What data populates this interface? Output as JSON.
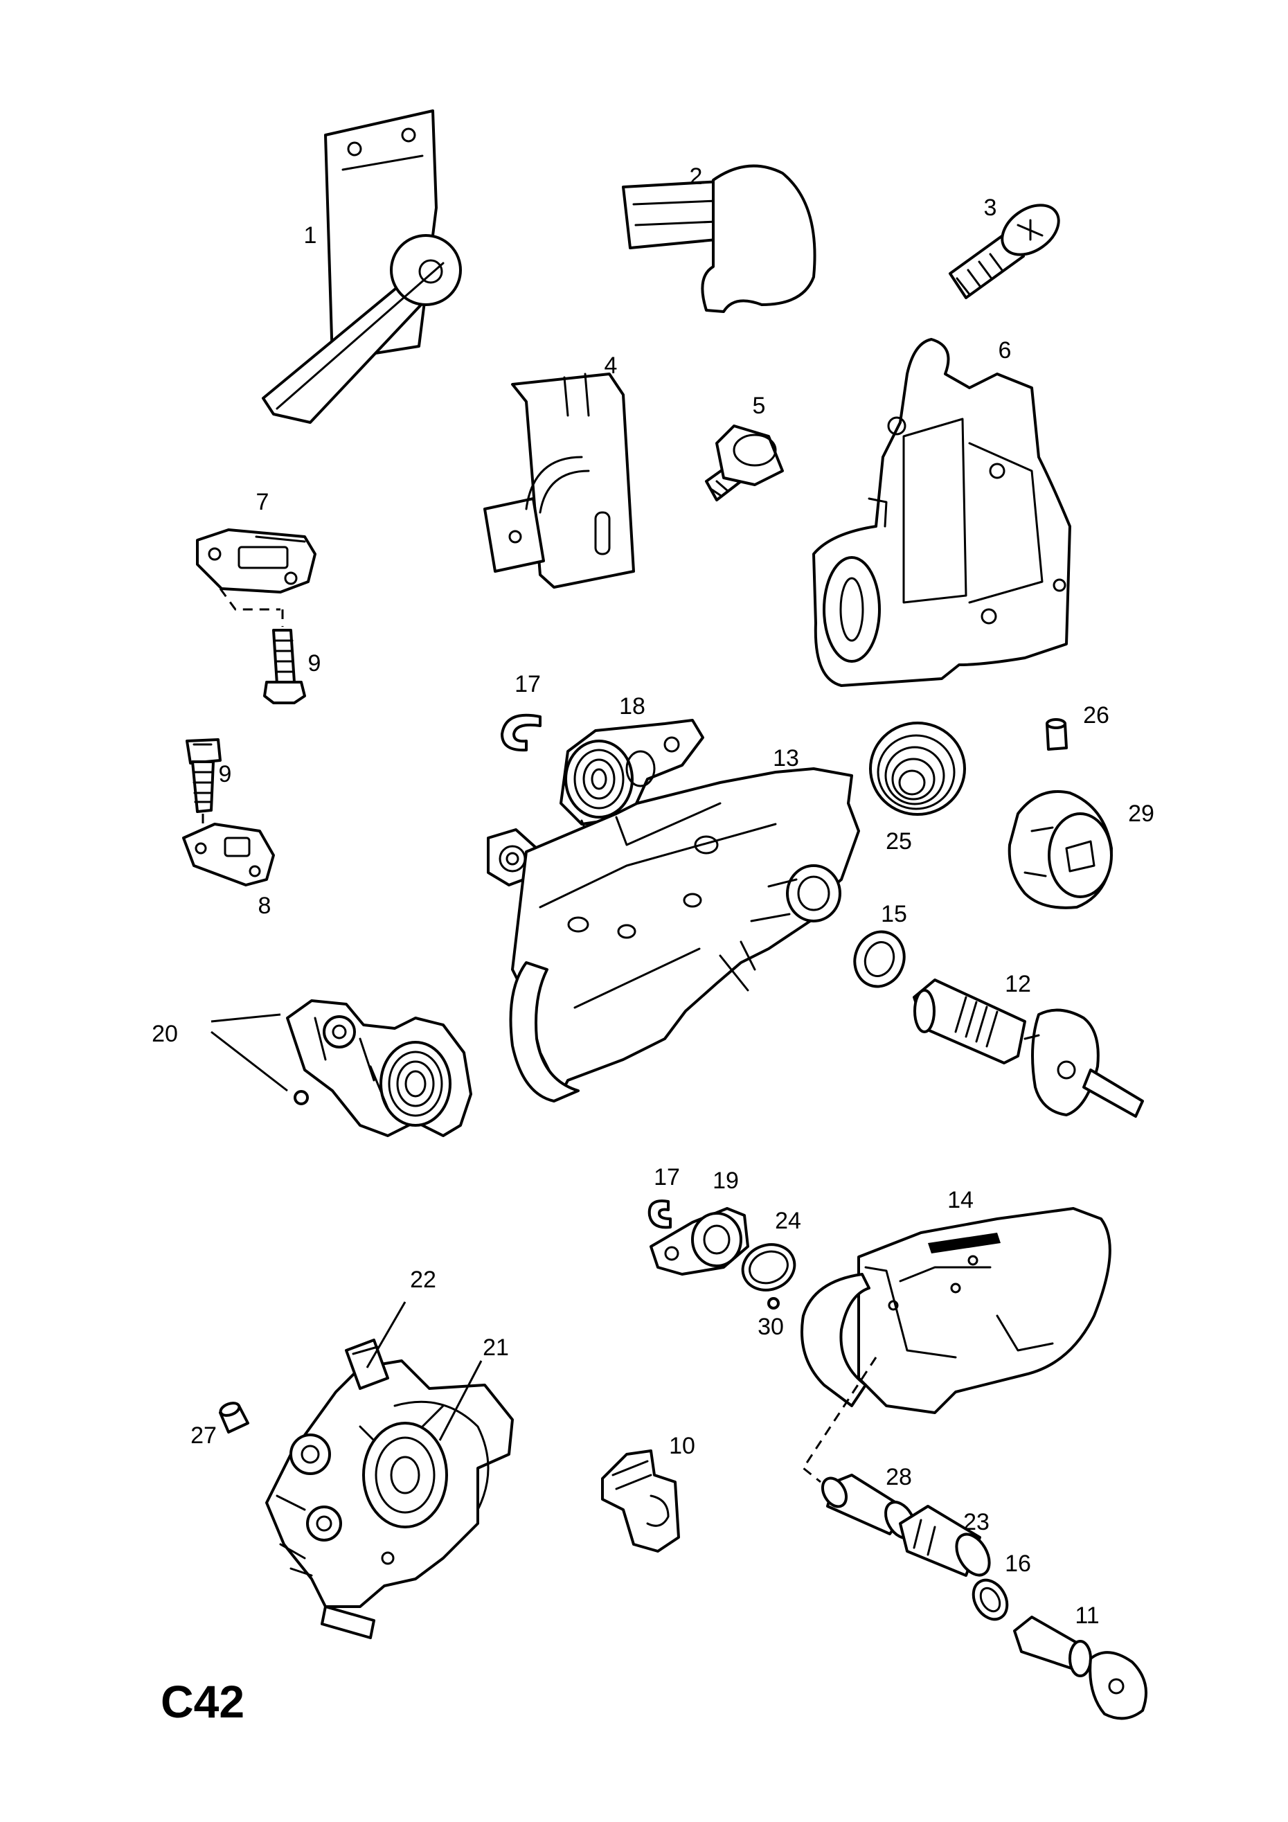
{
  "diagram": {
    "code": "C42",
    "callouts": {
      "c1": "1",
      "c2": "2",
      "c3": "3",
      "c4": "4",
      "c5": "5",
      "c6": "6",
      "c7": "7",
      "c8": "8",
      "c9a": "9",
      "c9b": "9",
      "c10": "10",
      "c11": "11",
      "c12": "12",
      "c13": "13",
      "c14": "14",
      "c15": "15",
      "c16": "16",
      "c17a": "17",
      "c17b": "17",
      "c18": "18",
      "c19": "19",
      "c20": "20",
      "c21": "21",
      "c22": "22",
      "c23": "23",
      "c24": "24",
      "c25": "25",
      "c26": "26",
      "c27": "27",
      "c28": "28",
      "c29": "29",
      "c30": "30"
    }
  }
}
